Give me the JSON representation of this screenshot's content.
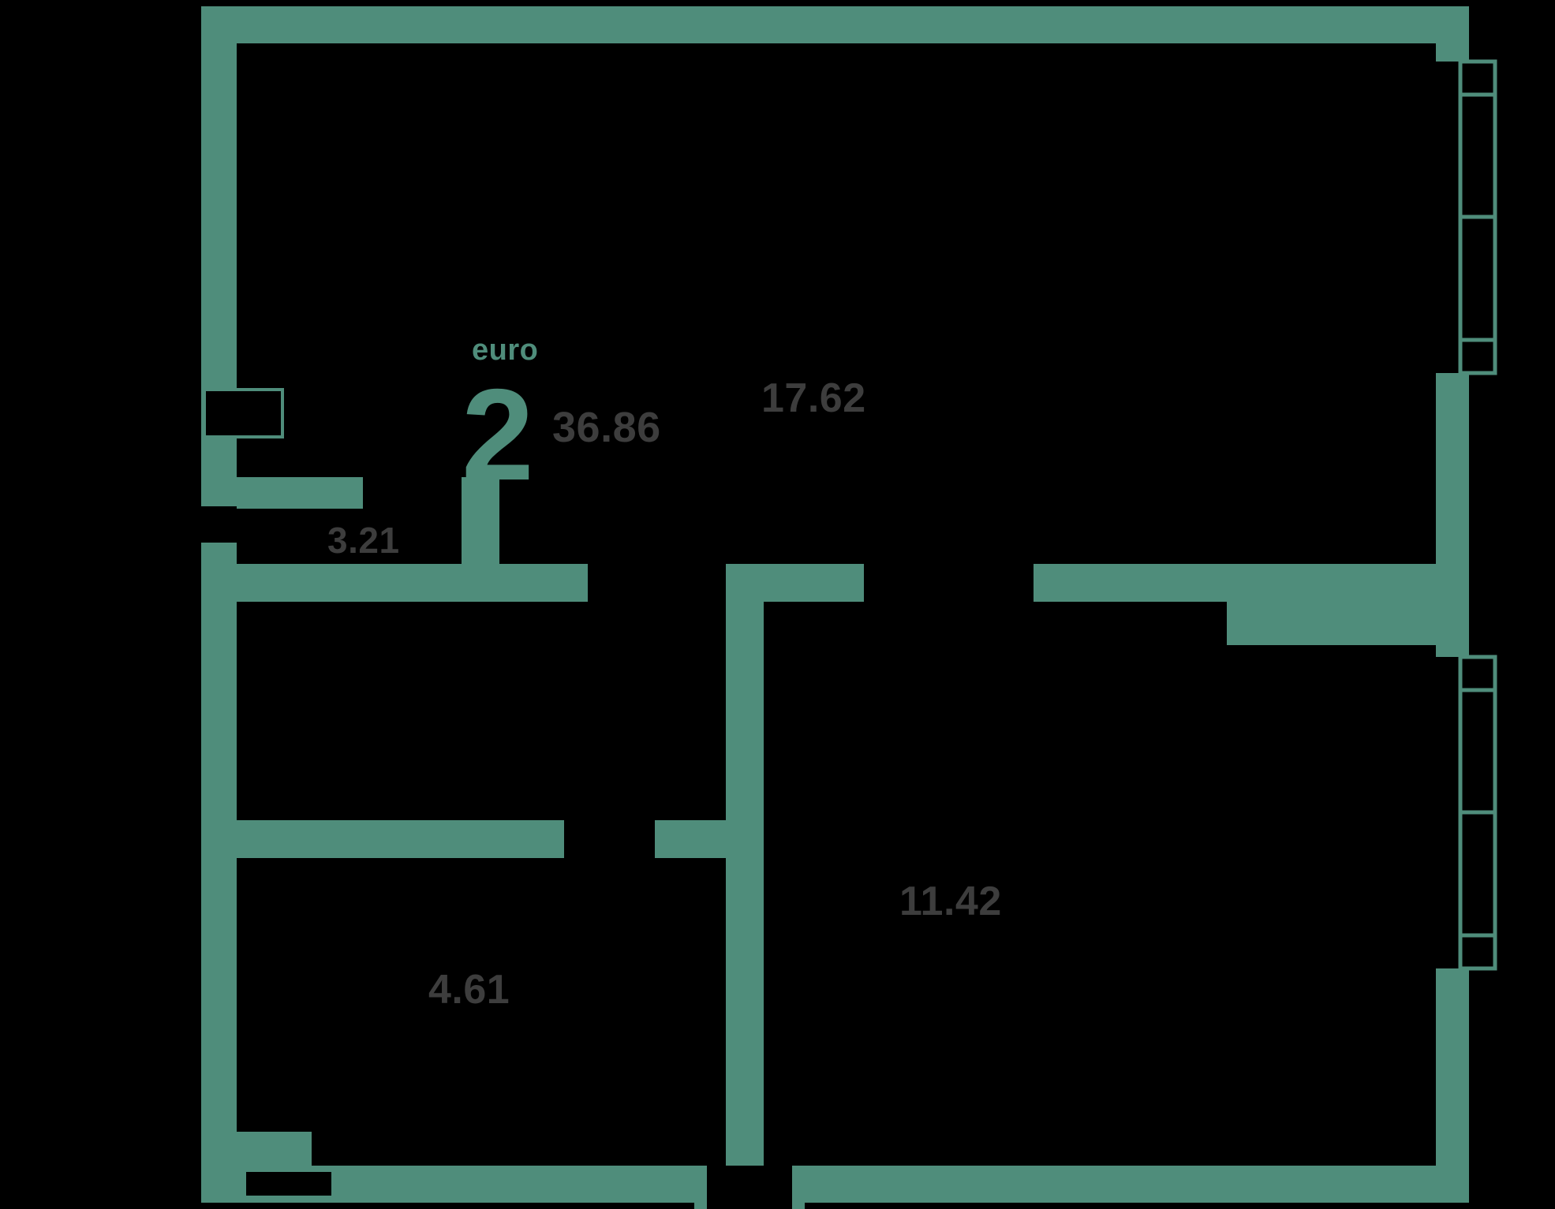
{
  "plan": {
    "layout_type_label": "euro",
    "rooms_count": "2",
    "total_area": "36.86",
    "areas": {
      "living_room": "17.62",
      "hallway": "3.21",
      "bathroom": "4.61",
      "bedroom": "11.42"
    }
  },
  "colors": {
    "wall": "#4f8d7b",
    "background": "#000000",
    "area_text": "#3d3d3d"
  }
}
